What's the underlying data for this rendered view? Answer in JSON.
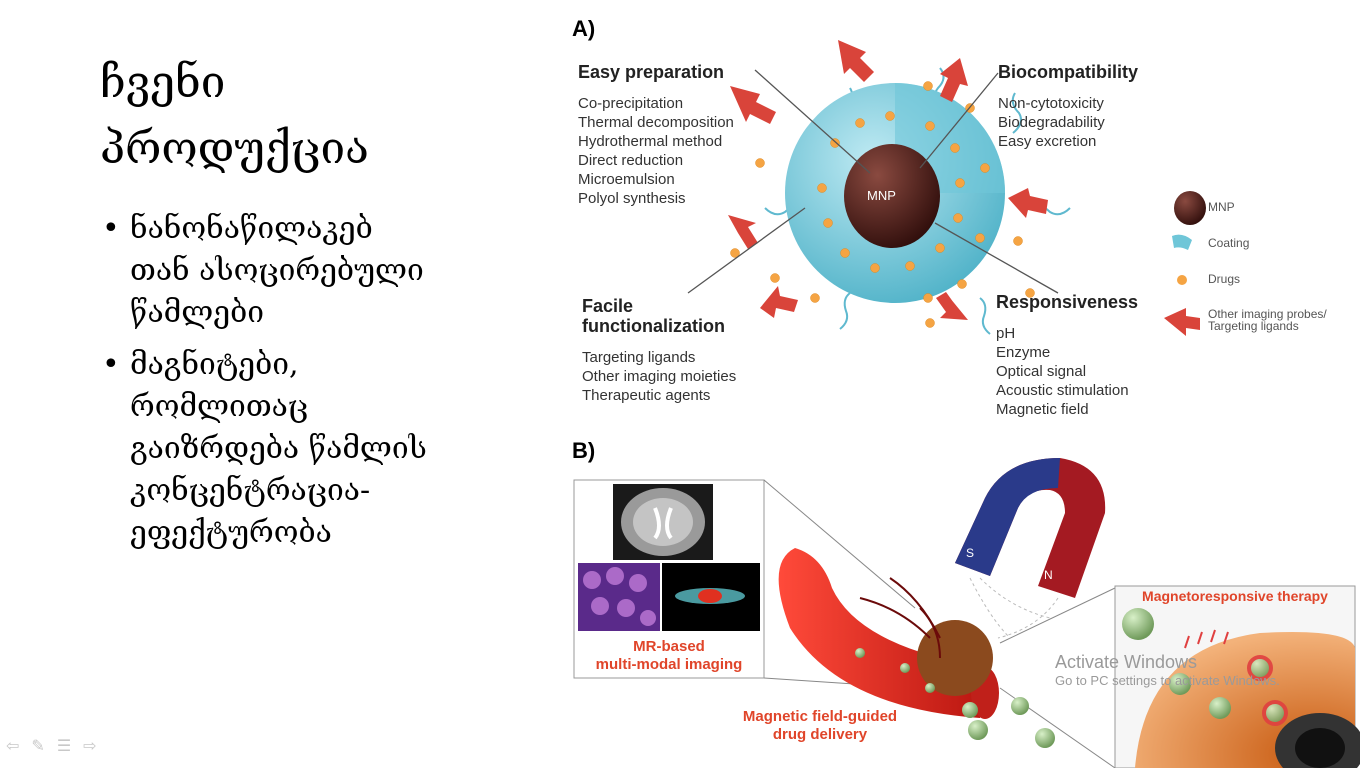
{
  "slide": {
    "title_line1": "ჩვენი",
    "title_line2": "პროდუქცია",
    "bullets": [
      "ნანონაწილაკებ თან ასოცირებული წამლები",
      "მაგნიტები, რომლითაც გაიზრდება წამლის კონცენტრაცია-ეფექტურობა"
    ],
    "bullet_char": "•"
  },
  "figure": {
    "panel_a_label": "A)",
    "panel_b_label": "B)",
    "core_label": "MNP",
    "easy_prep": {
      "heading": "Easy preparation",
      "items": [
        "Co-precipitation",
        "Thermal decomposition",
        "Hydrothermal method",
        "Direct reduction",
        "Microemulsion",
        "Polyol synthesis"
      ]
    },
    "biocompat": {
      "heading": "Biocompatibility",
      "items": [
        "Non-cytotoxicity",
        "Biodegradability",
        "Easy excretion"
      ]
    },
    "facile": {
      "heading_line1": "Facile",
      "heading_line2": "functionalization",
      "items": [
        "Targeting ligands",
        "Other imaging moieties",
        "Therapeutic agents"
      ]
    },
    "responsive": {
      "heading": "Responsiveness",
      "items": [
        "pH",
        "Enzyme",
        "Optical signal",
        "Acoustic stimulation",
        "Magnetic field"
      ]
    },
    "legend": {
      "mnp": "MNP",
      "coating": "Coating",
      "drugs": "Drugs",
      "probes_line1": "Other imaging probes/",
      "probes_line2": "Targeting ligands"
    },
    "mr_line1": "MR-based",
    "mr_line2": "multi-modal imaging",
    "delivery_line1": "Magnetic field-guided",
    "delivery_line2": "drug delivery",
    "therapy": "Magnetoresponsive therapy",
    "magnet_s": "S",
    "magnet_n": "N"
  },
  "nav": {
    "prev_icon": "⇦",
    "pen_icon": "✎",
    "menu_icon": "☰",
    "next_icon": "⇨"
  },
  "watermark": {
    "line1": "Activate Windows",
    "line2": "Go to PC settings to activate Windows."
  },
  "colors": {
    "coating": "#6fc6d8",
    "core": "#5a1e1a",
    "drug": "#f5a443",
    "arrow": "#d9443a",
    "label_red": "#e0452a"
  }
}
